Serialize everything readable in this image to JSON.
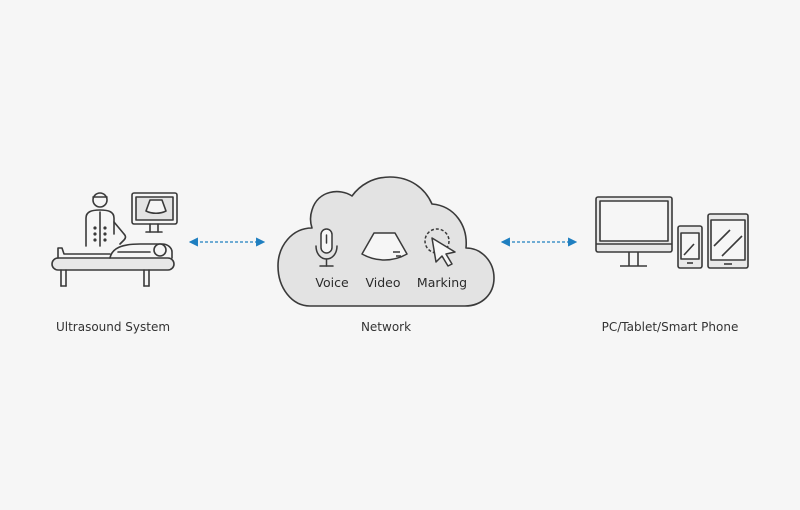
{
  "nodes": {
    "ultrasound": {
      "label": "Ultrasound System"
    },
    "network": {
      "label": "Network",
      "features": {
        "voice": "Voice",
        "video": "Video",
        "marking": "Marking"
      }
    },
    "devices": {
      "label": "PC/Tablet/Smart Phone"
    }
  },
  "colors": {
    "background": "#f6f6f6",
    "stroke": "#3a3a3a",
    "cloud_fill": "#e3e3e3",
    "arrow": "#1f7fc0"
  },
  "icons": [
    "doctor-patient-icon",
    "microphone-icon",
    "ultrasound-image-icon",
    "cursor-icon",
    "monitor-icon",
    "phone-icon",
    "tablet-icon"
  ]
}
